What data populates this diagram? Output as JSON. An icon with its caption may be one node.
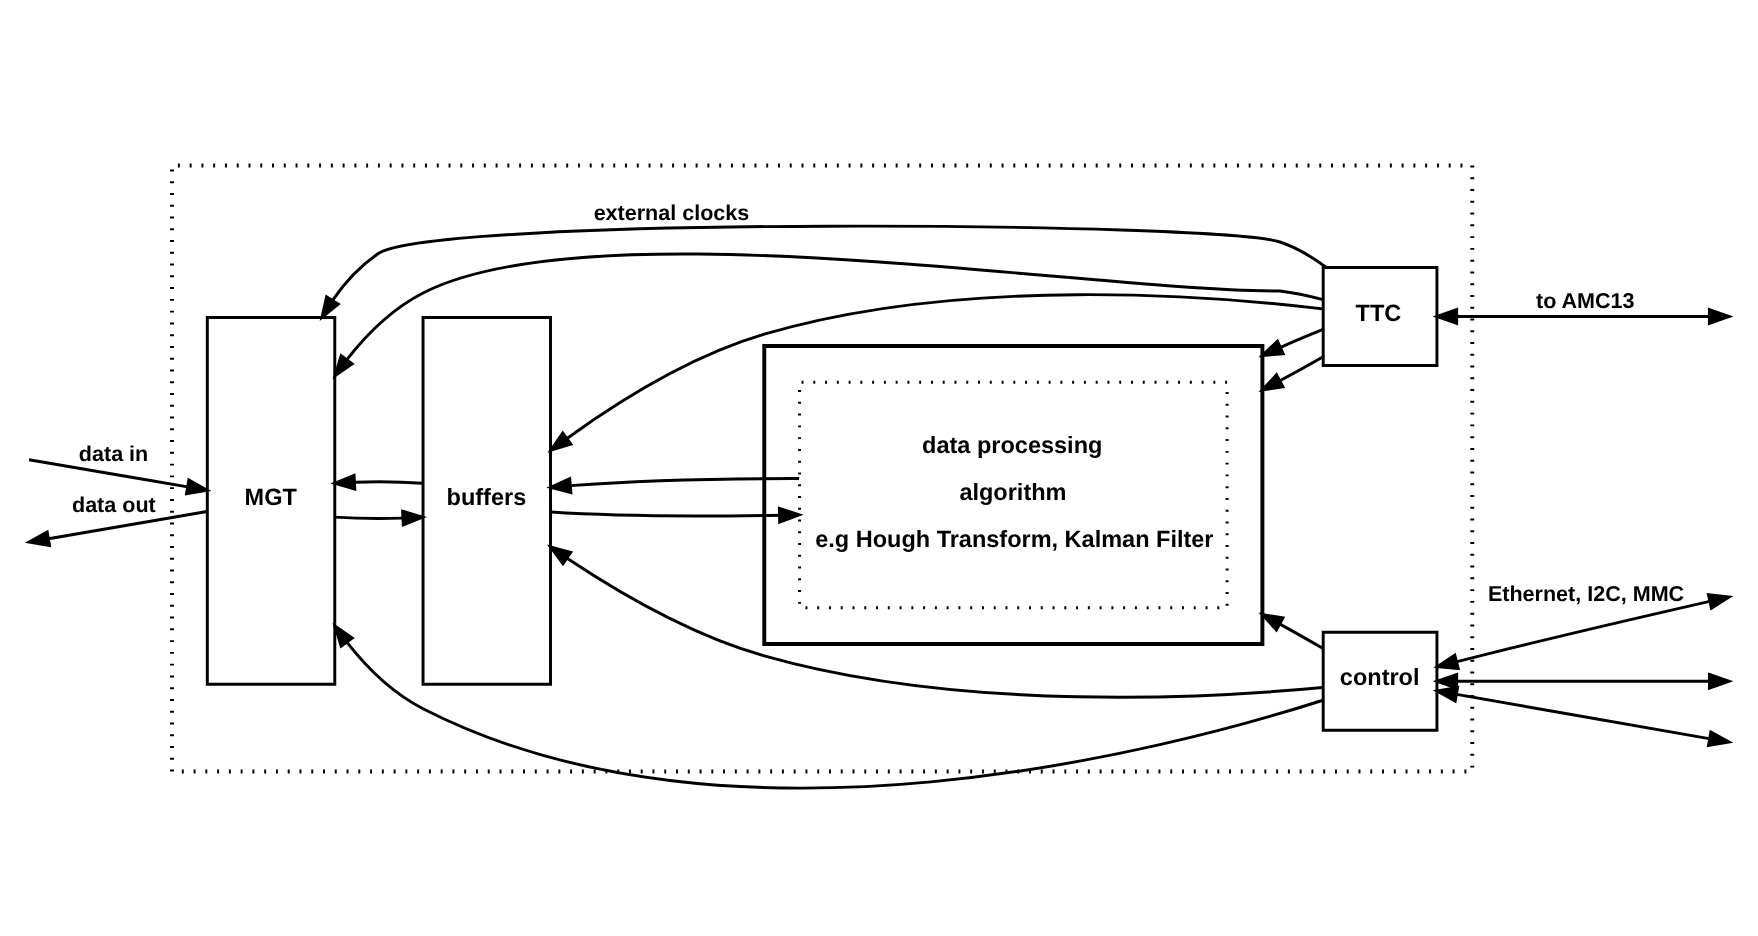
{
  "diagram": {
    "nodes": [
      {
        "text": [],
        "shape": "box"
      },
      {
        "text": [
          "MGT"
        ],
        "in": 0
      },
      {
        "text": [
          "buffers"
        ],
        "in": 0
      },
      {
        "text": [],
        "shape": "box",
        "in": 0
      },
      {
        "text": [
          "data processing",
          "algorithm",
          "e.g Hough Transform, Kalman Filter"
        ],
        "in": 3
      },
      {
        "text": [
          "TTC"
        ],
        "in": 0
      },
      {
        "text": [
          "control"
        ],
        "in": 0
      }
    ],
    "edges": [
      {
        "from": null,
        "to": 1,
        "arrow": "to",
        "label": "data in"
      },
      {
        "from": 1,
        "to": 2,
        "arrow": "to"
      },
      {
        "from": 2,
        "to": 4,
        "arrow": "to"
      },
      {
        "from": 4,
        "to": 2,
        "arrow": "to"
      },
      {
        "from": 2,
        "to": 1,
        "arrow": "to"
      },
      {
        "from": 1,
        "to": null,
        "arrow": "to",
        "label": "data out"
      },
      {
        "from": 5,
        "to": 1,
        "arrow": "to",
        "label": "external clocks"
      },
      {
        "from": 5,
        "to": 3,
        "arrow": "to"
      },
      {
        "from": 5,
        "to": null,
        "arrow": "both",
        "label": "to AMC13"
      },
      {
        "from": 6,
        "to": null,
        "arrow": "both",
        "label": "Ethernet, I2C, MMC"
      },
      {
        "from": 6,
        "to": null,
        "arrow": "both"
      },
      {
        "from": 6,
        "to": null,
        "arrow": "both"
      },
      {
        "from": 5,
        "to": 1,
        "arrow": "to"
      },
      {
        "from": 5,
        "to": 2,
        "arrow": "to"
      },
      {
        "from": 5,
        "to": 3,
        "arrow": "to"
      },
      {
        "from": 6,
        "to": 1,
        "arrow": "to"
      },
      {
        "from": 6,
        "to": 2,
        "arrow": "to"
      },
      {
        "from": 6,
        "to": 3,
        "arrow": "to"
      }
    ]
  }
}
